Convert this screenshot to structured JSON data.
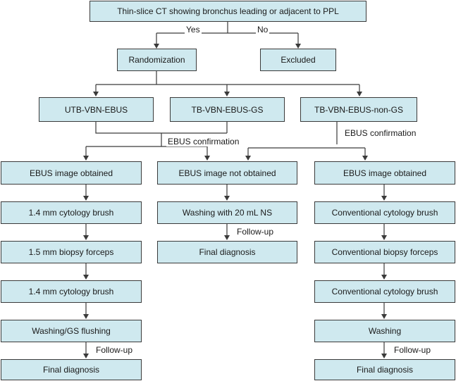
{
  "colors": {
    "box_fill": "#cfe9ef",
    "line": "#3a3a3a"
  },
  "nodes": {
    "top": "Thin-slice CT showing bronchus leading or adjacent to PPL",
    "randomization": "Randomization",
    "excluded": "Excluded",
    "utb": "UTB-VBN-EBUS",
    "tb_gs": "TB-VBN-EBUS-GS",
    "tb_nongs": "TB-VBN-EBUS-non-GS",
    "l1": "EBUS image obtained",
    "l2": "1.4 mm cytology brush",
    "l3": "1.5 mm biopsy forceps",
    "l4": "1.4 mm cytology brush",
    "l5": "Washing/GS flushing",
    "l6": "Final diagnosis",
    "m1": "EBUS image not obtained",
    "m2": "Washing with 20 mL NS",
    "m3": "Final diagnosis",
    "r1": "EBUS image obtained",
    "r2": "Conventional cytology brush",
    "r3": "Conventional biopsy forceps",
    "r4": "Conventional cytology brush",
    "r5": "Washing",
    "r6": "Final diagnosis"
  },
  "edge_labels": {
    "yes": "Yes",
    "no": "No",
    "ebus_confirmation_center": "EBUS confirmation",
    "ebus_confirmation_right": "EBUS confirmation",
    "followup_left": "Follow-up",
    "followup_middle": "Follow-up",
    "followup_right": "Follow-up"
  }
}
